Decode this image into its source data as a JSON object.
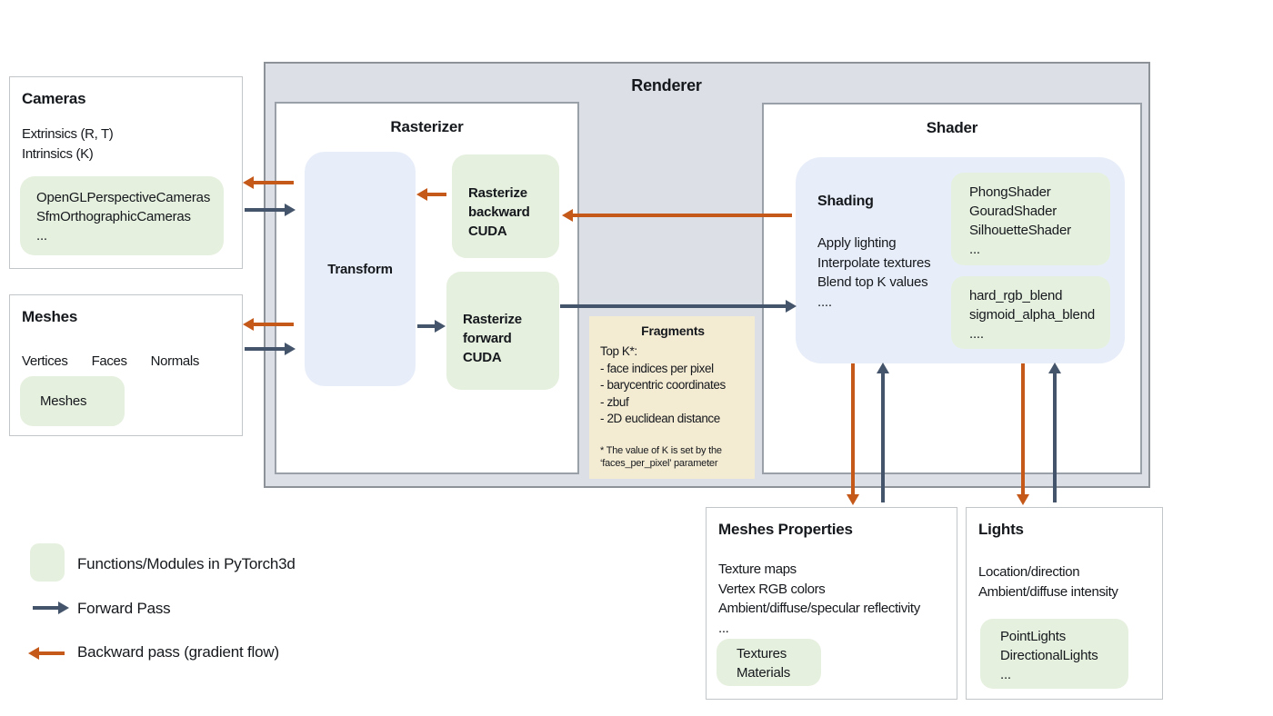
{
  "colors": {
    "module_green": "#e6f0df",
    "panel_blue": "#e8eef9",
    "forward_arrow": "#44546a",
    "backward_arrow": "#c4591a",
    "renderer_background": "#dcdfe5",
    "fragments_background": "#f4ebd3"
  },
  "renderer": {
    "title": "Renderer"
  },
  "rasterizer": {
    "title": "Rasterizer",
    "transform_label": "Transform",
    "backward_lines": [
      "Rasterize",
      "backward",
      "CUDA"
    ],
    "forward_lines": [
      "Rasterize",
      "forward",
      "CUDA"
    ]
  },
  "shader": {
    "title": "Shader",
    "shading_title": "Shading",
    "shading_lines": [
      "Apply lighting",
      "Interpolate textures",
      "Blend top K values",
      "...."
    ],
    "shader_classes": [
      "PhongShader",
      "GouradShader",
      "SilhouetteShader",
      "..."
    ],
    "blend_functions": [
      "hard_rgb_blend",
      "sigmoid_alpha_blend",
      "...."
    ]
  },
  "fragments": {
    "title": "Fragments",
    "lines": [
      "Top K*:",
      "- face indices per pixel",
      "- barycentric coordinates",
      "- zbuf",
      "- 2D euclidean distance"
    ],
    "footnote_lines": [
      "* The value of K is set by the",
      "‘faces_per_pixel’ parameter"
    ]
  },
  "cameras": {
    "title": "Cameras",
    "lines": [
      "Extrinsics (R, T)",
      "Intrinsics (K)"
    ],
    "module_lines": [
      "OpenGLPerspectiveCameras",
      "SfmOrthographicCameras",
      "..."
    ]
  },
  "meshes": {
    "title": "Meshes",
    "attributes": [
      "Vertices",
      "Faces",
      "Normals"
    ],
    "module_lines": [
      "Meshes"
    ]
  },
  "meshes_properties": {
    "title": "Meshes Properties",
    "lines": [
      "Texture maps",
      "Vertex RGB colors",
      "Ambient/diffuse/specular reflectivity",
      "..."
    ],
    "module_lines": [
      "Textures",
      "Materials"
    ]
  },
  "lights": {
    "title": "Lights",
    "lines": [
      "Location/direction",
      "Ambient/diffuse intensity"
    ],
    "module_lines": [
      "PointLights",
      "DirectionalLights",
      "..."
    ]
  },
  "legend": {
    "functions_label": "Functions/Modules in PyTorch3d",
    "forward_label": "Forward Pass",
    "backward_label": "Backward pass (gradient flow)"
  }
}
